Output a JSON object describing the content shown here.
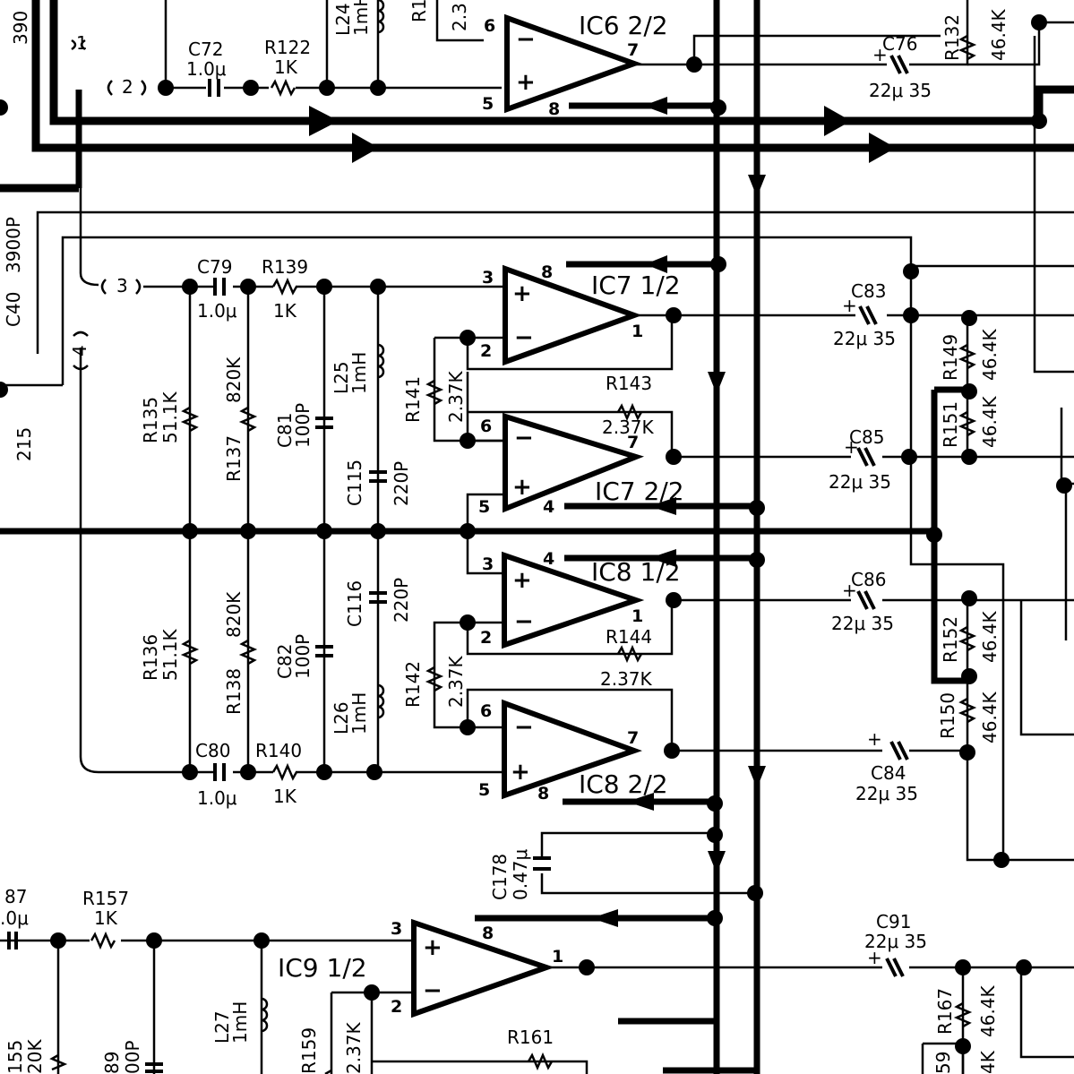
{
  "ics": [
    {
      "key": "ic6b",
      "label": "IC6 2/2"
    },
    {
      "key": "ic7a",
      "label": "IC7 1/2"
    },
    {
      "key": "ic7b",
      "label": "IC7 2/2"
    },
    {
      "key": "ic8a",
      "label": "IC8 1/2"
    },
    {
      "key": "ic8b",
      "label": "IC8 2/2"
    },
    {
      "key": "ic9a",
      "label": "IC9 1/2"
    }
  ],
  "pins": {
    "ic6b": {
      "inv": "6",
      "noninv": "5",
      "out": "7",
      "pwr": "8"
    },
    "ic7a": {
      "noninv": "3",
      "inv": "2",
      "out": "1",
      "pwr": "8"
    },
    "ic7b": {
      "inv": "6",
      "noninv": "5",
      "out": "7",
      "pwr": "4"
    },
    "ic8a": {
      "noninv": "3",
      "inv": "2",
      "out": "1",
      "pwr": "4"
    },
    "ic8b": {
      "inv": "6",
      "noninv": "5",
      "out": "7",
      "pwr": "8"
    },
    "ic9a": {
      "noninv": "3",
      "inv": "2",
      "out": "1",
      "pwr": "8"
    }
  },
  "components": [
    {
      "ref": "C72",
      "value": "1.0μ"
    },
    {
      "ref": "R122",
      "value": "1K"
    },
    {
      "ref": "C76",
      "value": "22μ 35"
    },
    {
      "ref": "R132",
      "value": "46.4K"
    },
    {
      "ref": "C79",
      "value": "1.0μ"
    },
    {
      "ref": "R139",
      "value": "1K"
    },
    {
      "ref": "L25",
      "value": "1mH"
    },
    {
      "ref": "R141",
      "value": "2.37K"
    },
    {
      "ref": "R143",
      "value": "2.37K"
    },
    {
      "ref": "C83",
      "value": "22μ 35"
    },
    {
      "ref": "R149",
      "value": "46.4K"
    },
    {
      "ref": "C85",
      "value": "22μ 35"
    },
    {
      "ref": "R151",
      "value": "46.4K"
    },
    {
      "ref": "R135",
      "value": "51.1K"
    },
    {
      "ref": "R137",
      "value": "820K"
    },
    {
      "ref": "C81",
      "value": "100P"
    },
    {
      "ref": "C115",
      "value": "220P"
    },
    {
      "ref": "C116",
      "value": "220P"
    },
    {
      "ref": "R136",
      "value": "51.1K"
    },
    {
      "ref": "R138",
      "value": "820K"
    },
    {
      "ref": "C82",
      "value": "100P"
    },
    {
      "ref": "L26",
      "value": "1mH"
    },
    {
      "ref": "R142",
      "value": "2.37K"
    },
    {
      "ref": "R144",
      "value": "2.37K"
    },
    {
      "ref": "C86",
      "value": "22μ 35"
    },
    {
      "ref": "R152",
      "value": "46.4K"
    },
    {
      "ref": "R150",
      "value": "46.4K"
    },
    {
      "ref": "C80",
      "value": "1.0μ"
    },
    {
      "ref": "R140",
      "value": "1K"
    },
    {
      "ref": "C84",
      "value": "22μ 35"
    },
    {
      "ref": "C178",
      "value": "0.47μ"
    },
    {
      "ref": "R157",
      "value": "1K"
    },
    {
      "ref": "C91",
      "value": "22μ 35"
    },
    {
      "ref": "R167",
      "value": "46.4K"
    },
    {
      "ref": "L27",
      "value": "1mH"
    },
    {
      "ref": "R159",
      "value": "2.37K"
    },
    {
      "ref": "R161",
      "value": ""
    },
    {
      "ref": "C40",
      "value": "3900P"
    }
  ],
  "connectors": [
    "1",
    "2",
    "3",
    "4"
  ],
  "fragments": {
    "top_left": "390",
    "left_215": "215",
    "c40_label": "C40",
    "c40_value": "3900P",
    "l24": "L24",
    "l24_val": "1mH",
    "r1x": "R1",
    "r1x_val": "2.3",
    "c87": "87",
    "c87_val": ".0μ",
    "r155": "155",
    "r155_val": "20K",
    "c89": "89",
    "c89_val": "00P",
    "r169": "59",
    "r169_val": "4K"
  }
}
